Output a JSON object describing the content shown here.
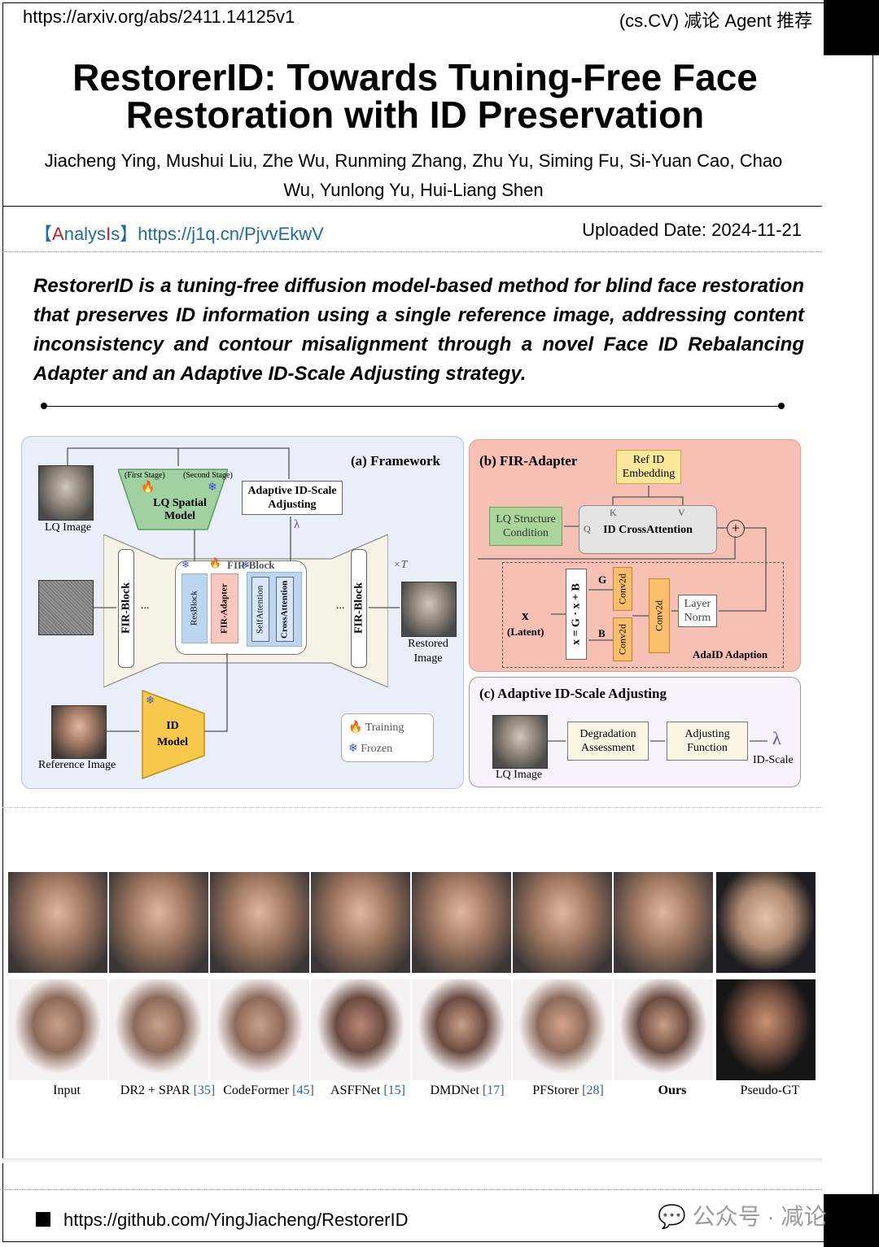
{
  "header": {
    "url": "https://arxiv.org/abs/2411.14125v1",
    "tag": "(cs.CV) 减论 Agent 推荐"
  },
  "paper": {
    "title_line1": "RestorerID: Towards Tuning-Free Face",
    "title_line2": "Restoration with ID Preservation",
    "authors_line1": "Jiacheng Ying, Mushui Liu, Zhe Wu, Runming Zhang, Zhu Yu, Siming Fu, Si-Yuan Cao, Chao",
    "authors_line2": "Wu, Yunlong Yu, Hui-Liang Shen",
    "analysis_bracket_open": "【",
    "analysis_a": "A",
    "analysis_mid": "nalys",
    "analysis_i": "I",
    "analysis_s": "s",
    "analysis_bracket_close": "】",
    "analysis_link": "https://j1q.cn/PjvvEkwV",
    "upload_date": "Uploaded Date: 2024-11-21",
    "abstract": "RestorerID is a tuning-free diffusion model-based method for blind face restoration that preserves ID information using a single reference image, addressing content inconsistency and contour misalignment through a novel Face ID Rebalancing Adapter and an Adaptive ID-Scale Adjusting strategy."
  },
  "figure": {
    "framework": {
      "title": "(a) Framework",
      "lq_image": "LQ Image",
      "first_stage": "(First Stage)",
      "second_stage": "(Second Stage)",
      "lq_spatial": "LQ Spatial",
      "model": "Model",
      "adaptive_line1": "Adaptive ID-Scale",
      "adaptive_line2": "Adjusting",
      "lambda": "λ",
      "fir_block": "FIR-Block",
      "fir_block_left": "FIR-Block",
      "fir_block_right": "FIR-Block",
      "resblock": "ResBlock",
      "fir_adapter": "FIR-Adapter",
      "selfattention": "SelfAttention",
      "crossattention": "CrossAttention",
      "dots": "...",
      "times_t": "×T",
      "restored_line1": "Restored",
      "restored_line2": "Image",
      "id": "ID",
      "id_model": "Model",
      "reference_image": "Reference Image",
      "training": "Training",
      "frozen": "Frozen"
    },
    "fir_adapter": {
      "title": "(b) FIR-Adapter",
      "ref_line1": "Ref ID",
      "ref_line2": "Embedding",
      "k": "K",
      "v": "V",
      "q": "Q",
      "id_cross": "ID CrossAttention",
      "lq_struct_line1": "LQ Structure",
      "lq_struct_line2": "Condition",
      "g": "G",
      "b": "B",
      "conv2d": "Conv2d",
      "x_eq": "x = G · x + B",
      "x": "x",
      "latent": "(Latent)",
      "layer": "Layer",
      "norm": "Norm",
      "adaid": "AdaID Adaption"
    },
    "adaptive": {
      "title": "(c) Adaptive ID-Scale Adjusting",
      "degradation_line1": "Degradation",
      "degradation_line2": "Assessment",
      "adjusting_line1": "Adjusting",
      "adjusting_line2": "Function",
      "lambda": "λ",
      "id_scale": "ID-Scale",
      "lq_image": "LQ Image"
    }
  },
  "results": {
    "captions": [
      {
        "name": "Input",
        "cite": ""
      },
      {
        "name": "DR2 + SPAR ",
        "cite": "[35]"
      },
      {
        "name": "CodeFormer ",
        "cite": "[45]"
      },
      {
        "name": "ASFFNet ",
        "cite": "[15]"
      },
      {
        "name": "DMDNet ",
        "cite": "[17]"
      },
      {
        "name": "PFStorer ",
        "cite": "[28]"
      },
      {
        "name": "Ours",
        "cite": ""
      },
      {
        "name": "Pseudo-GT",
        "cite": ""
      }
    ]
  },
  "footer": {
    "github": "https://github.com/YingJiacheng/RestorerID",
    "wechat": "公众号 · 减论"
  }
}
